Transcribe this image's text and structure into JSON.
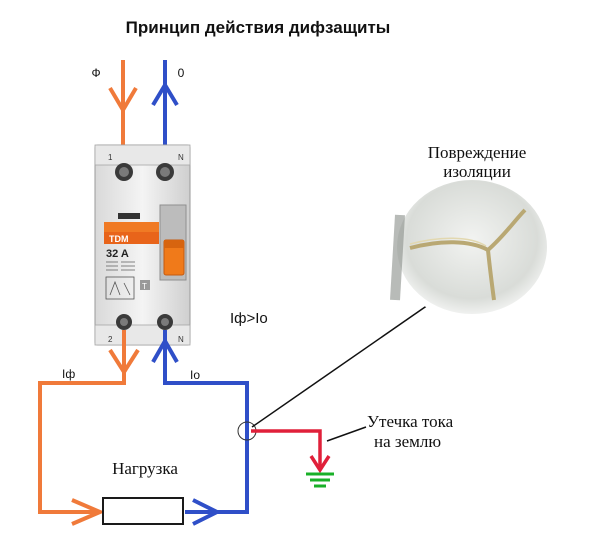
{
  "title": "Принцип действия дифзащиты",
  "labels": {
    "phase_top": "Ф",
    "neutral_top": "0",
    "condition": "Iф>Io",
    "phase_current": "Iф",
    "neutral_current": "Io",
    "load": "Нагрузка",
    "damage_line1": "Повреждение",
    "damage_line2": "изоляции",
    "leak_line1": "Утечка тока",
    "leak_line2": "на землю"
  },
  "device": {
    "brand": "TDM",
    "rating": "32 A",
    "terminal_top_left": "1",
    "terminal_top_right": "N",
    "terminal_bottom_left": "2",
    "terminal_bottom_right": "N"
  },
  "colors": {
    "phase": "#f07a3a",
    "neutral": "#2f4fc8",
    "leak": "#e0203a",
    "ground": "#19b028"
  }
}
